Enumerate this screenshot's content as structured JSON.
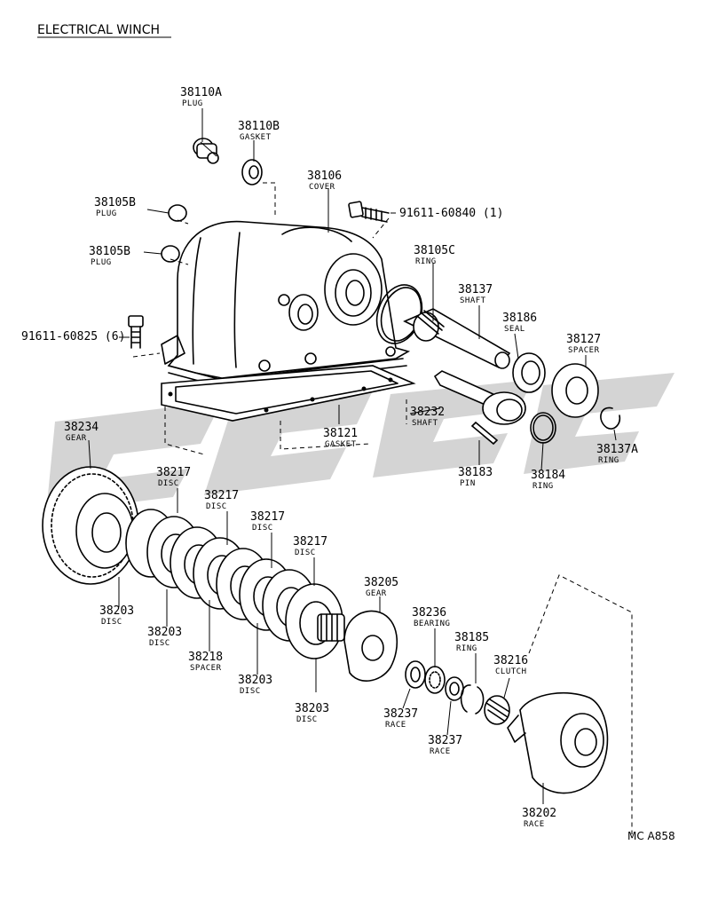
{
  "title": "ELECTRICAL WINCH",
  "diagram_code": "MC A858",
  "parts": [
    {
      "id": "p38110a",
      "number": "38110A",
      "name": "PLUG"
    },
    {
      "id": "p38110b",
      "number": "38110B",
      "name": "GASKET"
    },
    {
      "id": "p38106",
      "number": "38106",
      "name": "COVER"
    },
    {
      "id": "p38105b1",
      "number": "38105B",
      "name": "PLUG"
    },
    {
      "id": "p38105b2",
      "number": "38105B",
      "name": "PLUG"
    },
    {
      "id": "p9161160840",
      "number": "91611-60840 (1)",
      "name": ""
    },
    {
      "id": "p38105c",
      "number": "38105C",
      "name": "RING"
    },
    {
      "id": "p38137",
      "number": "38137",
      "name": "SHAFT"
    },
    {
      "id": "p38186",
      "number": "38186",
      "name": "SEAL"
    },
    {
      "id": "p38127",
      "number": "38127",
      "name": "SPACER"
    },
    {
      "id": "p9161160825",
      "number": "91611-60825 (6)",
      "name": ""
    },
    {
      "id": "p38121",
      "number": "38121",
      "name": "GASKET"
    },
    {
      "id": "p38232",
      "number": "38232",
      "name": "SHAFT"
    },
    {
      "id": "p38183",
      "number": "38183",
      "name": "PIN"
    },
    {
      "id": "p38184",
      "number": "38184",
      "name": "RING"
    },
    {
      "id": "p38137a",
      "number": "38137A",
      "name": "RING"
    },
    {
      "id": "p38234",
      "number": "38234",
      "name": "GEAR"
    },
    {
      "id": "p38217a",
      "number": "38217",
      "name": "DISC"
    },
    {
      "id": "p38217b",
      "number": "38217",
      "name": "DISC"
    },
    {
      "id": "p38217c",
      "number": "38217",
      "name": "DISC"
    },
    {
      "id": "p38217d",
      "number": "38217",
      "name": "DISC"
    },
    {
      "id": "p38205",
      "number": "38205",
      "name": "GEAR"
    },
    {
      "id": "p38236",
      "number": "38236",
      "name": "BEARING"
    },
    {
      "id": "p38185",
      "number": "38185",
      "name": "RING"
    },
    {
      "id": "p38216",
      "number": "38216",
      "name": "CLUTCH"
    },
    {
      "id": "p38203a",
      "number": "38203",
      "name": "DISC"
    },
    {
      "id": "p38203b",
      "number": "38203",
      "name": "DISC"
    },
    {
      "id": "p38218",
      "number": "38218",
      "name": "SPACER"
    },
    {
      "id": "p38203c",
      "number": "38203",
      "name": "DISC"
    },
    {
      "id": "p38203d",
      "number": "38203",
      "name": "DISC"
    },
    {
      "id": "p38237a",
      "number": "38237",
      "name": "RACE"
    },
    {
      "id": "p38237b",
      "number": "38237",
      "name": "RACE"
    },
    {
      "id": "p38202",
      "number": "38202",
      "name": "RACE"
    }
  ]
}
